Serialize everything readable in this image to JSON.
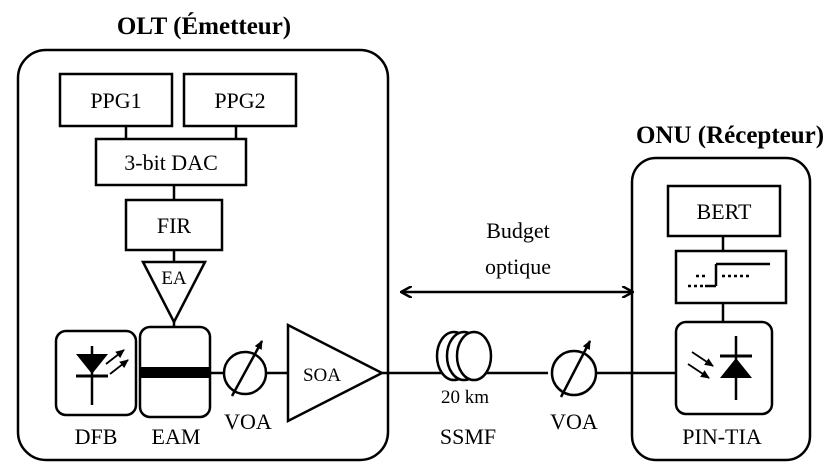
{
  "olt": {
    "title": "OLT (Émetteur)",
    "ppg1": "PPG1",
    "ppg2": "PPG2",
    "dac": "3-bit DAC",
    "fir": "FIR",
    "ea": "EA",
    "dfb": "DFB",
    "eam": "EAM",
    "voa": "VOA",
    "soa": "SOA"
  },
  "link": {
    "budget_line1": "Budget",
    "budget_line2": "optique",
    "fiber_length": "20 km",
    "fiber_type": "SSMF",
    "voa": "VOA"
  },
  "onu": {
    "title": "ONU (Récepteur)",
    "bert": "BERT",
    "receiver": "PIN-TIA"
  }
}
